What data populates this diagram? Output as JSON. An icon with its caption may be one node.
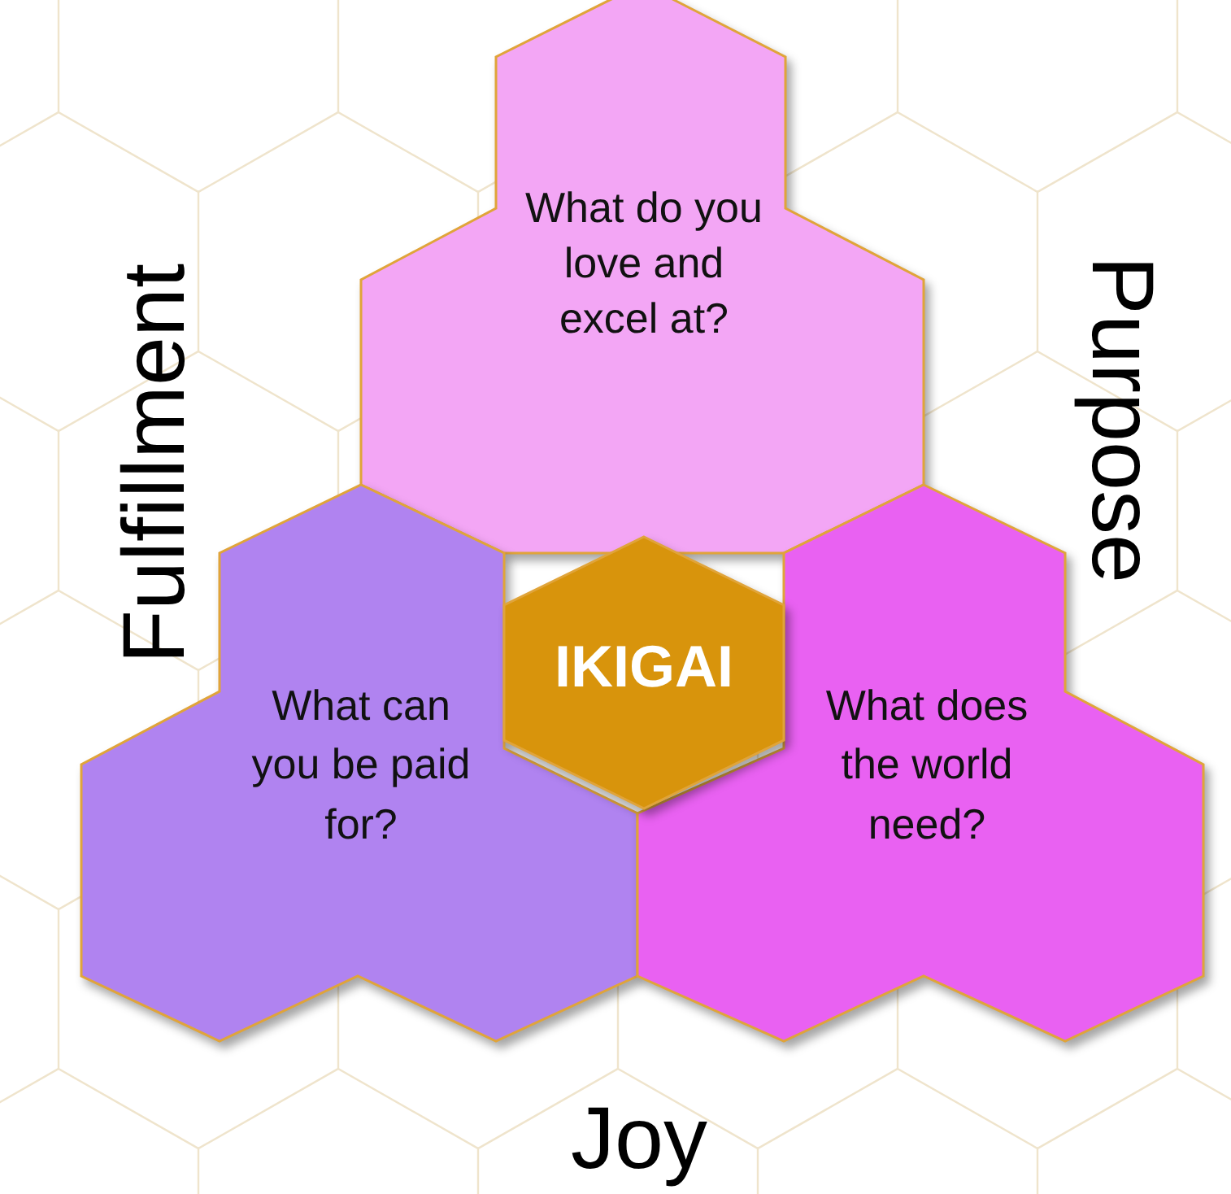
{
  "diagram": {
    "nodes": [
      {
        "text": [
          "What do you love and excel at?"
        ]
      },
      {
        "text": [
          "What can you be paid for?"
        ]
      },
      {
        "text": [
          "What does the world need?"
        ]
      },
      {
        "text": [
          "IKIGAI"
        ]
      }
    ],
    "labels": [
      "Fulfillment",
      "Purpose",
      "Joy"
    ]
  }
}
